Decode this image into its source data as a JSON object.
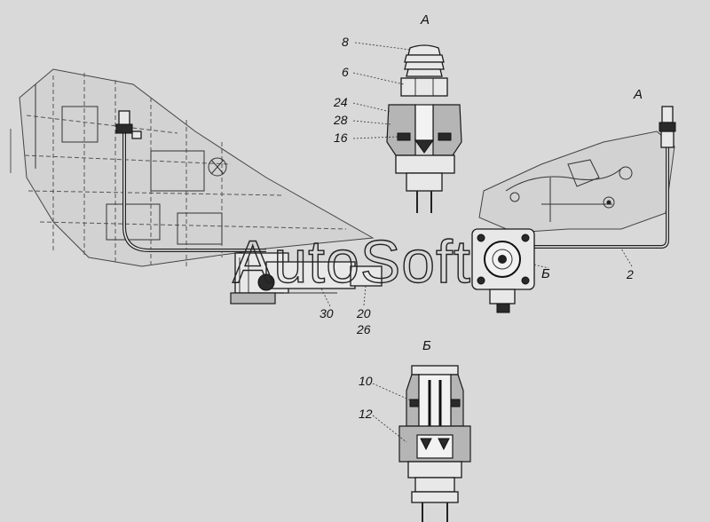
{
  "views": {
    "view_a_top": "А",
    "view_a_right": "А",
    "view_b_label": "Б",
    "view_b_bottom": "Б"
  },
  "callouts": {
    "c8": "8",
    "c6": "6",
    "c24": "24",
    "c28": "28",
    "c16": "16",
    "c30": "30",
    "c20": "20",
    "c26": "26",
    "c2": "2",
    "c10": "10",
    "c12": "12"
  },
  "watermark": "AutoSoft"
}
